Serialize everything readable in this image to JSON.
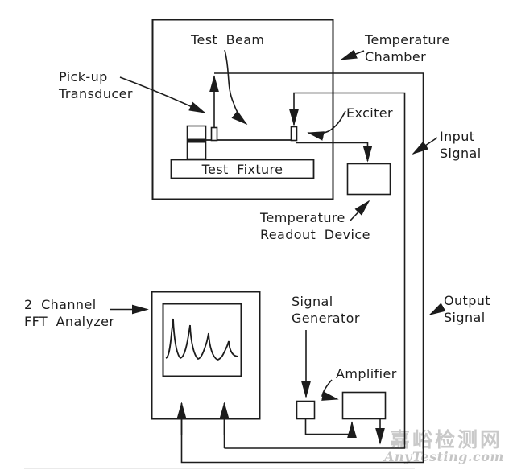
{
  "labels": {
    "test_beam": "Test Beam",
    "pickup": {
      "line1": "Pick-up",
      "line2": "Transducer"
    },
    "chamber": {
      "line1": "Temperature",
      "line2": "Chamber"
    },
    "exciter": "Exciter",
    "input_signal": {
      "line1": "Input",
      "line2": "Signal"
    },
    "test_fixture": "Test Fixture",
    "readout": {
      "line1": "Temperature",
      "line2": "Readout Device"
    },
    "analyzer": {
      "line1": "2 Channel",
      "line2": "FFT Analyzer"
    },
    "signal_generator": {
      "line1": "Signal",
      "line2": "Generator"
    },
    "amplifier": "Amplifier",
    "output_signal": {
      "line1": "Output",
      "line2": "Signal"
    }
  },
  "watermark": {
    "cjk": "嘉峪检测网",
    "latin": "AnyTesting.com"
  },
  "colors": {
    "line": "#1c1c1c",
    "watermark": "#c9c9c9",
    "background": "#ffffff"
  }
}
